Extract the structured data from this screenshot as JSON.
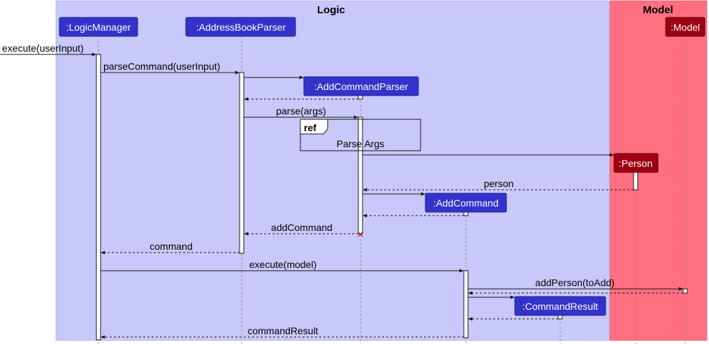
{
  "boxes": {
    "logic": {
      "title": "Logic",
      "color": "#c8c8fa"
    },
    "model": {
      "title": "Model",
      "color": "#ff6f80"
    }
  },
  "participants": {
    "logicManager": {
      "label": ":LogicManager",
      "color": "#3333cc"
    },
    "addressBookParser": {
      "label": ":AddressBookParser",
      "color": "#3333cc"
    },
    "addCommandParser": {
      "label": ":AddCommandParser",
      "color": "#3333cc"
    },
    "addCommand": {
      "label": ":AddCommand",
      "color": "#3333cc"
    },
    "commandResult": {
      "label": ":CommandResult",
      "color": "#3333cc"
    },
    "person": {
      "label": ":Person",
      "color": "#9d0012"
    },
    "model": {
      "label": ":Model",
      "color": "#9d0012"
    }
  },
  "messages": {
    "execute_user_input": "execute(userInput)",
    "parse_command": "parseCommand(userInput)",
    "parse_args": "parse(args)",
    "person": "person",
    "add_command": "addCommand",
    "command": "command",
    "execute_model": "execute(model)",
    "add_person": "addPerson(toAdd)",
    "command_result": "commandResult"
  },
  "ref_frame": {
    "tag": "ref",
    "text": "Parse Args"
  },
  "destroy_mark": "×"
}
